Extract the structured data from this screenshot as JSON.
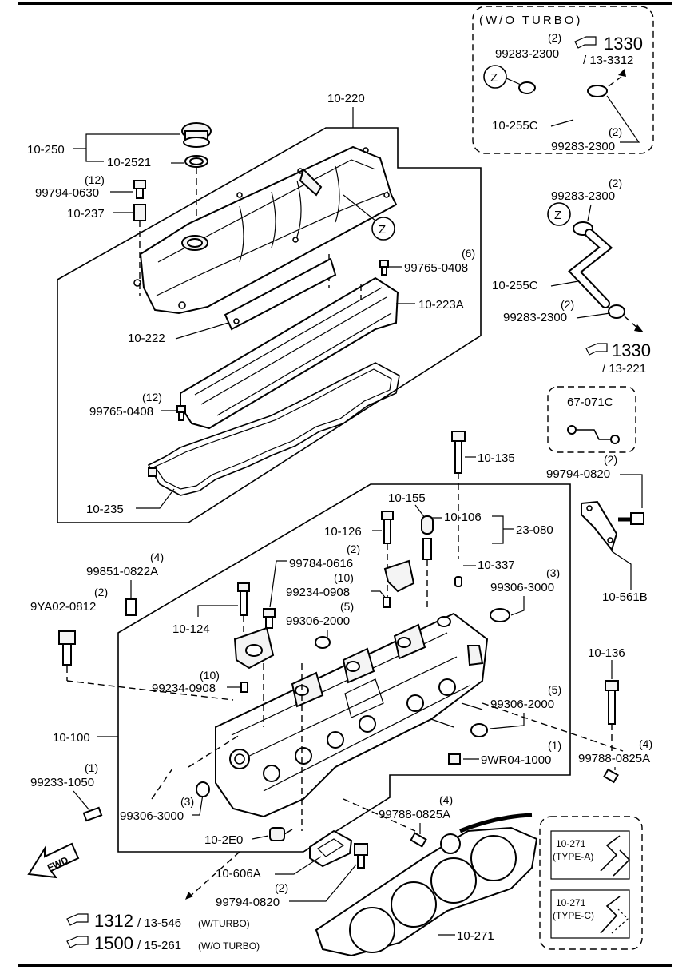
{
  "boxes": {
    "wo_turbo_title": "(W/O  TURBO)"
  },
  "parts": {
    "p10_220": "10-220",
    "p10_250": "10-250",
    "p10_2521": "10-2521",
    "p99794_0630": "99794-0630",
    "p99794_0630_qty": "(12)",
    "p10_237": "10-237",
    "pZ_main": "Z",
    "p99765_0408_a": "99765-0408",
    "p99765_0408_a_qty": "(6)",
    "p10_223A": "10-223A",
    "p10_222": "10-222",
    "p99765_0408_b": "99765-0408",
    "p99765_0408_b_qty": "(12)",
    "p10_235": "10-235",
    "wo_99283_2300_top": "99283-2300",
    "wo_99283_2300_top_qty": "(2)",
    "wo_ref_1330": "1330",
    "wo_ref_13_3312": "/ 13-3312",
    "wo_Z": "Z",
    "wo_10_255C": "10-255C",
    "wo_99283_2300_bot": "99283-2300",
    "wo_99283_2300_bot_qty": "(2)",
    "r_99283_2300_top": "99283-2300",
    "r_99283_2300_top_qty": "(2)",
    "r_Z": "Z",
    "r_10_255C": "10-255C",
    "r_99283_2300_bot": "99283-2300",
    "r_99283_2300_bot_qty": "(2)",
    "r_ref_1330": "1330",
    "r_ref_13_221": "/ 13-221",
    "p67_071C": "67-071C",
    "p99794_0820_r": "99794-0820",
    "p99794_0820_r_qty": "(2)",
    "p10_561B": "10-561B",
    "p10_135": "10-135",
    "p10_155": "10-155",
    "p10_106": "10-106",
    "p10_126": "10-126",
    "p23_080": "23-080",
    "p99851_0822A": "99851-0822A",
    "p99851_0822A_qty": "(4)",
    "p99784_0616": "99784-0616",
    "p99784_0616_qty": "(2)",
    "p10_337": "10-337",
    "p99306_3000_a": "99306-3000",
    "p99306_3000_a_qty": "(3)",
    "p9YA02_0812": "9YA02-0812",
    "p9YA02_0812_qty": "(2)",
    "p99234_0908_a": "99234-0908",
    "p99234_0908_a_qty": "(10)",
    "p99306_2000_a": "99306-2000",
    "p99306_2000_a_qty": "(5)",
    "p10_124": "10-124",
    "p99234_0908_b": "99234-0908",
    "p99234_0908_b_qty": "(10)",
    "p10_136": "10-136",
    "p99306_2000_b": "99306-2000",
    "p99306_2000_b_qty": "(5)",
    "p10_100": "10-100",
    "p9WR04_1000": "9WR04-1000",
    "p9WR04_1000_qty": "(1)",
    "p99788_0825A_r": "99788-0825A",
    "p99788_0825A_r_qty": "(4)",
    "p99233_1050": "99233-1050",
    "p99233_1050_qty": "(1)",
    "p99306_3000_b": "99306-3000",
    "p99306_3000_b_qty": "(3)",
    "p99788_0825A_b": "99788-0825A",
    "p99788_0825A_b_qty": "(4)",
    "p10_2E0": "10-2E0",
    "p10_606A": "10-606A",
    "p99794_0820_b": "99794-0820",
    "p99794_0820_b_qty": "(2)",
    "p10_271": "10-271",
    "typeA_part": "10-271",
    "typeA_label": "(TYPE-A)",
    "typeC_part": "10-271",
    "typeC_label": "(TYPE-C)",
    "fwd": "FWD"
  },
  "refs": {
    "ref1_num": "1312",
    "ref1_sub": "/ 13-546",
    "ref1_note": "(W/TURBO)",
    "ref2_num": "1500",
    "ref2_sub": "/ 15-261",
    "ref2_note": "(W/O TURBO)"
  }
}
